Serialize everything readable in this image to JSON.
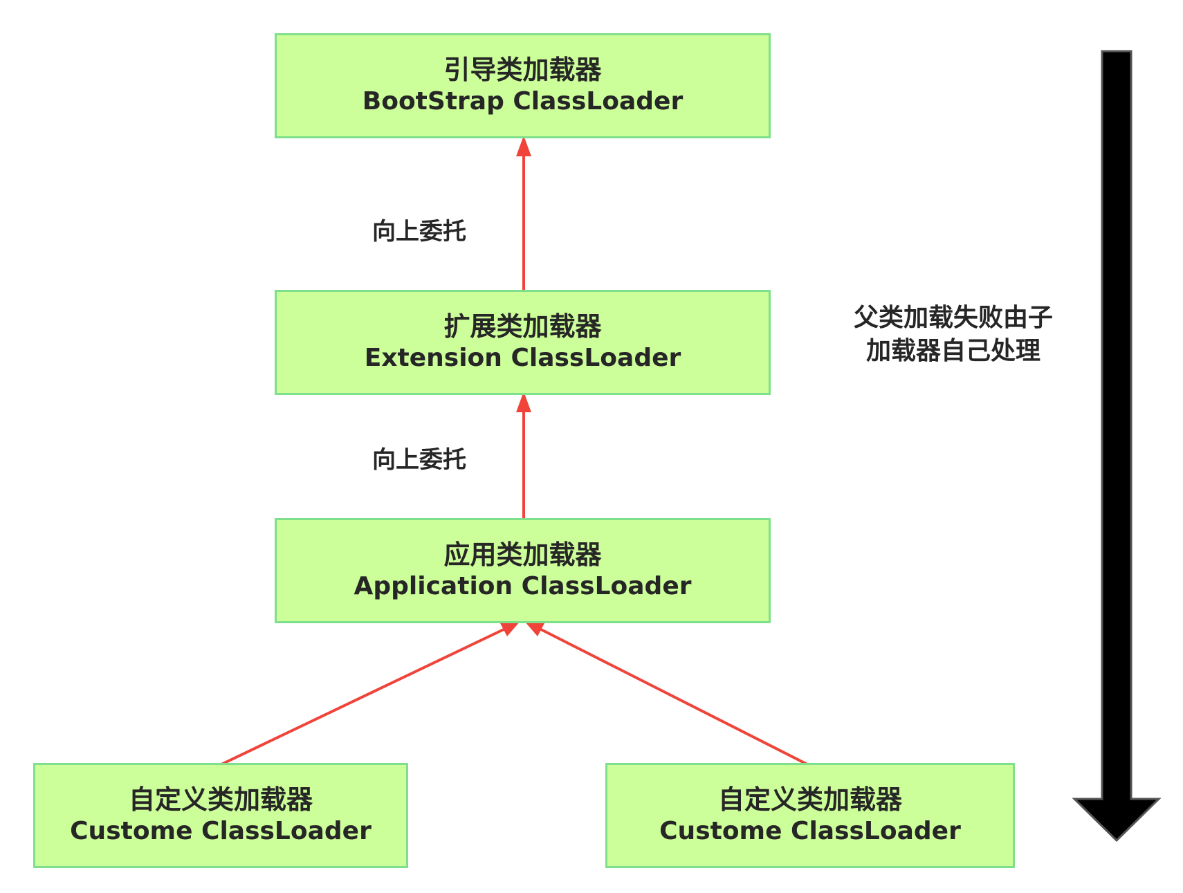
{
  "nodes": {
    "bootstrap": {
      "cn": "引导类加载器",
      "en": "BootStrap ClassLoader"
    },
    "extension": {
      "cn": "扩展类加载器",
      "en": "Extension ClassLoader"
    },
    "application": {
      "cn": "应用类加载器",
      "en": "Application ClassLoader"
    },
    "custom_left": {
      "cn": "自定义类加载器",
      "en": "Custome ClassLoader"
    },
    "custom_right": {
      "cn": "自定义类加载器",
      "en": "Custome ClassLoader"
    }
  },
  "edges": {
    "ext_to_boot_label": "向上委托",
    "app_to_ext_label": "向上委托"
  },
  "side_note": {
    "line1": "父类加载失败由子",
    "line2": "加载器自己处理"
  },
  "colors": {
    "box_fill": "#ccff99",
    "box_border": "#7ee08a",
    "arrow": "#f0443a",
    "big_arrow": "#000000"
  }
}
